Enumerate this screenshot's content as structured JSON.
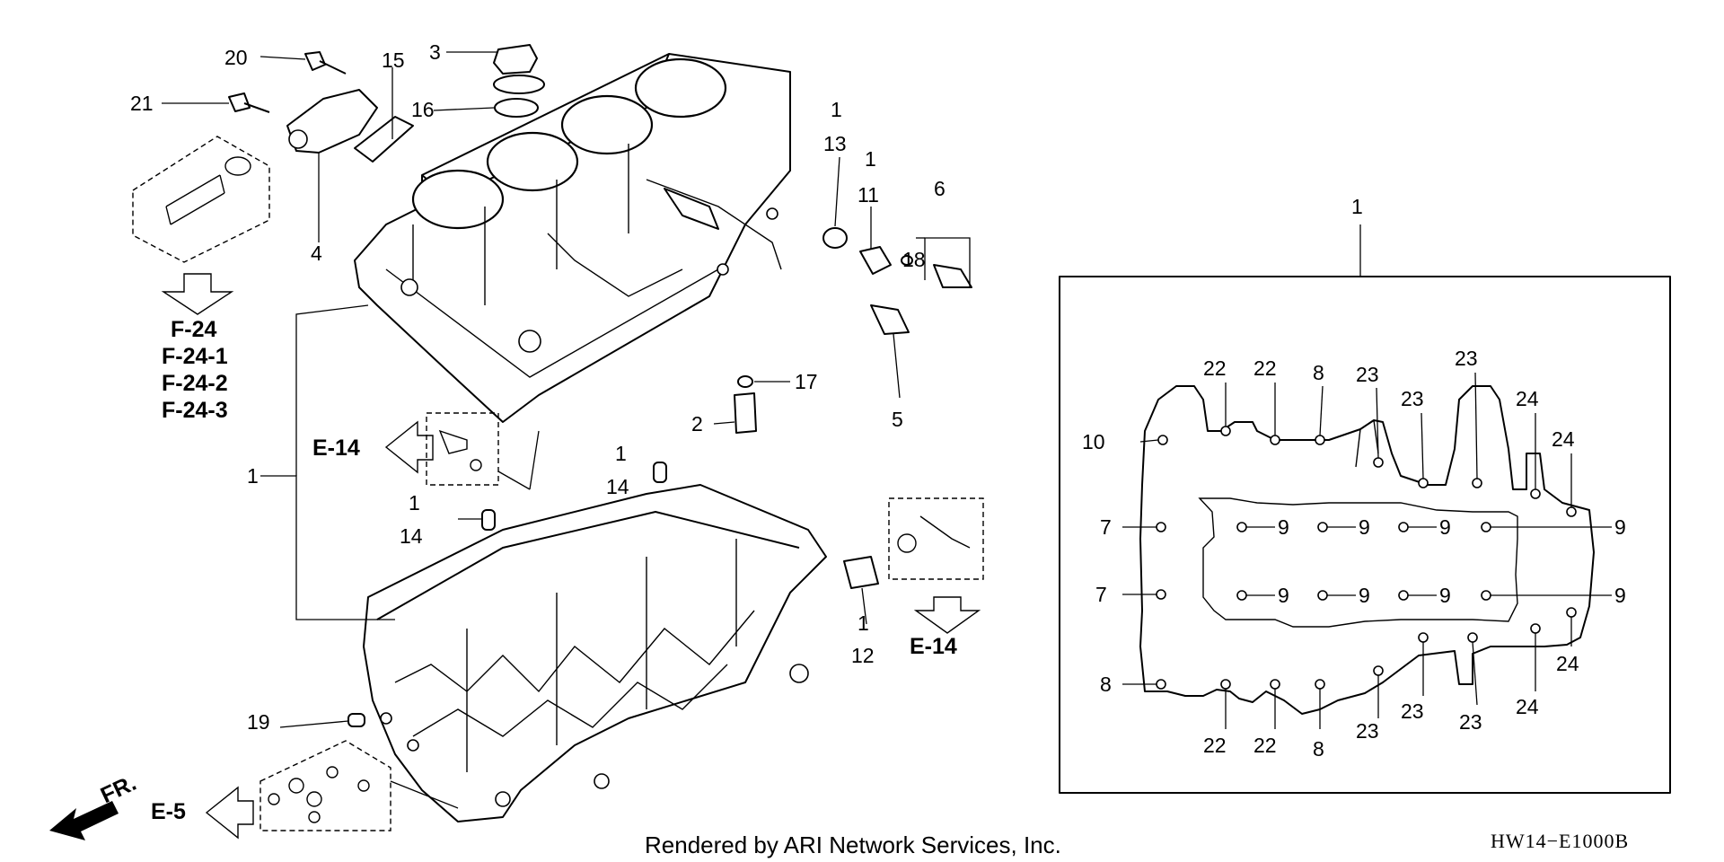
{
  "callouts": {
    "c20": "20",
    "c21": "21",
    "c3": "3",
    "c15": "15",
    "c16": "16",
    "c4": "4",
    "c1_a": "1",
    "c13": "13",
    "c1_b": "1",
    "c11": "11",
    "c6": "6",
    "c18": "18",
    "c5": "5",
    "c17": "17",
    "c2": "2",
    "c1_c": "1",
    "c1_d": "1",
    "c14_a": "14",
    "c1_e": "1",
    "c14_b": "14",
    "c12": "12",
    "c1_f": "1",
    "c19": "19",
    "c1_panel": "1"
  },
  "refs": {
    "f24": "F-24",
    "f241": "F-24-1",
    "f242": "F-24-2",
    "f243": "F-24-3",
    "e14_left": "E-14",
    "e14_right": "E-14",
    "e5": "E-5",
    "fr": "FR."
  },
  "gasket_labels": {
    "top_22a": "22",
    "top_22b": "22",
    "top_8": "8",
    "top_23a": "23",
    "top_23b": "23",
    "top_23c": "23",
    "top_24a": "24",
    "top_24b": "24",
    "left_10": "10",
    "left_7a": "7",
    "left_7b": "7",
    "left_8": "8",
    "r1_9a": "9",
    "r1_9b": "9",
    "r1_9c": "9",
    "r1_9d": "9",
    "r2_9a": "9",
    "r2_9b": "9",
    "r2_9c": "9",
    "r2_9d": "9",
    "bot_22a": "22",
    "bot_22b": "22",
    "bot_8": "8",
    "bot_23a": "23",
    "bot_23b": "23",
    "bot_23c": "23",
    "bot_24a": "24",
    "bot_24b": "24"
  },
  "footer": {
    "rendered_by": "Rendered by ARI Network Services, Inc.",
    "diagram_code": "HW14−E1000B"
  }
}
